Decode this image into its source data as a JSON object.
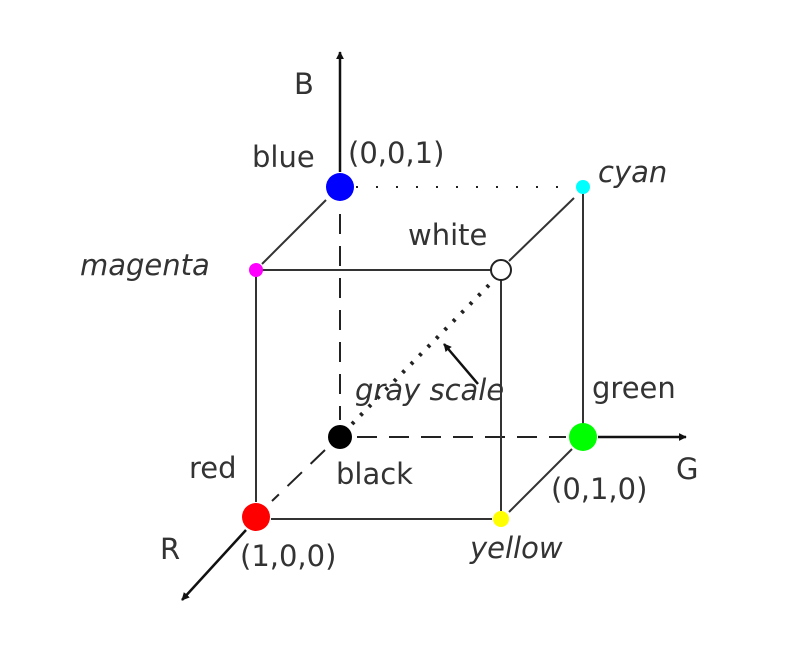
{
  "axes": {
    "b": {
      "label": "B"
    },
    "g": {
      "label": "G"
    },
    "r": {
      "label": "R"
    }
  },
  "vertices": {
    "blue": {
      "label": "blue",
      "coord": "(0,0,1)",
      "color": "#0000ff"
    },
    "cyan": {
      "label": "cyan",
      "color": "#00ffff"
    },
    "magenta": {
      "label": "magenta",
      "color": "#ff00ff"
    },
    "white": {
      "label": "white",
      "color": "#ffffff"
    },
    "black": {
      "label": "black",
      "color": "#000000"
    },
    "green": {
      "label": "green",
      "coord": "(0,1,0)",
      "color": "#00ff00"
    },
    "red": {
      "label": "red",
      "coord": "(1,0,0)",
      "color": "#ff0000"
    },
    "yellow": {
      "label": "yellow",
      "color": "#ffff00"
    }
  },
  "diagonal": {
    "label": "gray scale"
  }
}
